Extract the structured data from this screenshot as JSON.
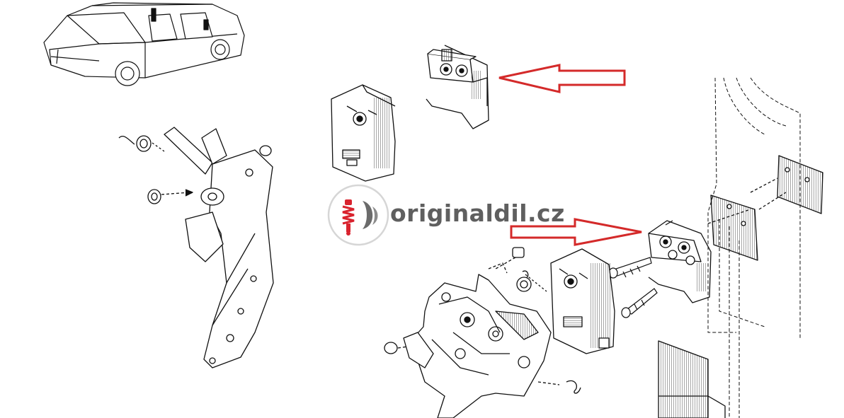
{
  "watermark": {
    "text": "originaldil.cz",
    "logo_icon": "shock-absorber-logo-icon",
    "accent_color": "#d9232e",
    "text_color": "#5f5f5f"
  },
  "diagram": {
    "style": "black line-art exploded parts diagram",
    "callout_color": "#d42a2a",
    "parts": [
      "van-illustration",
      "left-hinge-assembly",
      "striker-small-upper",
      "lock-cover-upper",
      "striker-plate-lower",
      "lock-cover-lower",
      "lock-mechanism-assembly",
      "mounting-plates",
      "door-pillar-outline"
    ],
    "arrows": [
      "upper-callout-arrow",
      "lower-callout-arrow"
    ]
  }
}
